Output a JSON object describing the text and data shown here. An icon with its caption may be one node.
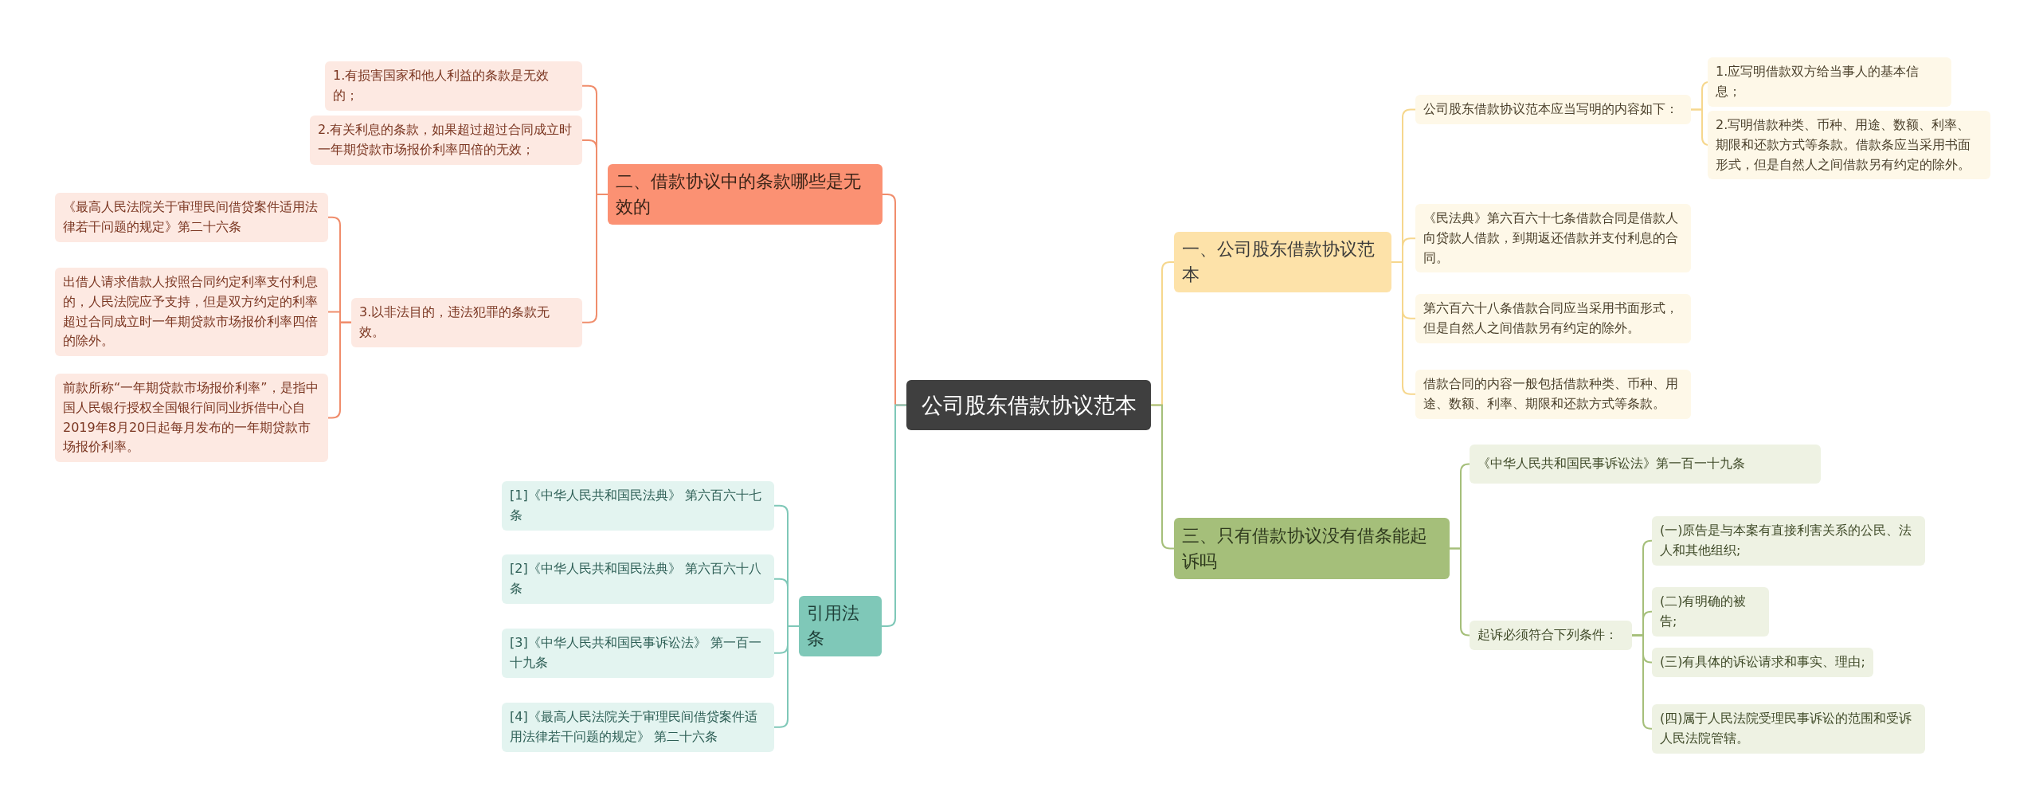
{
  "diagram": {
    "nodes": [
      {
        "text": [
          "公司股东借款协议范本"
        ]
      },
      {
        "text": [
          "一、公司股东借款协议范本"
        ]
      },
      {
        "text": [
          "公司股东借款协议范本应当写明的内容如下："
        ]
      },
      {
        "text": [
          "1.应写明借款双方给当事人的基本信息；"
        ]
      },
      {
        "text": [
          "2.写明借款种类、币种、用途、数额、利率、期限和还款方式等条款。借款条应当采用书面形式，但是自然人之间借款另有约定的除外。"
        ]
      },
      {
        "text": [
          "《民法典》第六百六十七条借款合同是借款人向贷款人借款，到期返还借款并支付利息的合同。"
        ]
      },
      {
        "text": [
          "第六百六十八条借款合同应当采用书面形式，但是自然人之间借款另有约定的除外。"
        ]
      },
      {
        "text": [
          "借款合同的内容一般包括借款种类、币种、用途、数额、利率、期限和还款方式等条款。"
        ]
      },
      {
        "text": [
          "三、只有借款协议没有借条能起诉吗"
        ]
      },
      {
        "text": [
          "《中华人民共和国民事诉讼法》第一百一十九条"
        ]
      },
      {
        "text": [
          "起诉必须符合下列条件："
        ]
      },
      {
        "text": [
          "(一)原告是与本案有直接利害关系的公民、法人和其他组织;"
        ]
      },
      {
        "text": [
          "(二)有明确的被告;"
        ]
      },
      {
        "text": [
          "(三)有具体的诉讼请求和事实、理由;"
        ]
      },
      {
        "text": [
          "(四)属于人民法院受理民事诉讼的范围和受诉人民法院管辖。"
        ]
      },
      {
        "text": [
          "二、借款协议中的条款哪些是无效的"
        ]
      },
      {
        "text": [
          "1.有损害国家和他人利益的条款是无效的；"
        ]
      },
      {
        "text": [
          "2.有关利息的条款，如果超过超过合同成立时一年期贷款市场报价利率四倍的无效；"
        ]
      },
      {
        "text": [
          "3.以非法目的，违法犯罪的条款无效。"
        ]
      },
      {
        "text": [
          "《最高人民法院关于审理民间借贷案件适用法律若干问题的规定》第二十六条"
        ]
      },
      {
        "text": [
          "出借人请求借款人按照合同约定利率支付利息的，人民法院应予支持，但是双方约定的利率超过合同成立时一年期贷款市场报价利率四倍的除外。"
        ]
      },
      {
        "text": [
          "前款所称“一年期贷款市场报价利率”，是指中国人民银行授权全国银行间同业拆借中心自2019年8月20日起每月发布的一年期贷款市场报价利率。"
        ]
      },
      {
        "text": [
          "引用法条"
        ]
      },
      {
        "text": [
          "[1]《中华人民共和国民法典》 第六百六十七条"
        ]
      },
      {
        "text": [
          "[2]《中华人民共和国民法典》 第六百六十八条"
        ]
      },
      {
        "text": [
          "[3]《中华人民共和国民事诉讼法》 第一百一十九条"
        ]
      },
      {
        "text": [
          "[4]《最高人民法院关于审理民间借贷案件适用法律若干问题的规定》 第二十六条"
        ]
      }
    ],
    "edges": [
      {
        "from": 0,
        "to": 1,
        "arrow": "none",
        "color": "#f6d78d"
      },
      {
        "from": 1,
        "to": 2,
        "arrow": "none",
        "color": "#f6d78d"
      },
      {
        "from": 2,
        "to": 3,
        "arrow": "none",
        "color": "#f6d78d"
      },
      {
        "from": 2,
        "to": 4,
        "arrow": "none",
        "color": "#f6d78d"
      },
      {
        "from": 1,
        "to": 5,
        "arrow": "none",
        "color": "#f6d78d"
      },
      {
        "from": 1,
        "to": 6,
        "arrow": "none",
        "color": "#f6d78d"
      },
      {
        "from": 1,
        "to": 7,
        "arrow": "none",
        "color": "#f6d78d"
      },
      {
        "from": 0,
        "to": 8,
        "arrow": "none",
        "color": "#a5bf7a"
      },
      {
        "from": 8,
        "to": 9,
        "arrow": "none",
        "color": "#a5bf7a"
      },
      {
        "from": 8,
        "to": 10,
        "arrow": "none",
        "color": "#a5bf7a"
      },
      {
        "from": 10,
        "to": 11,
        "arrow": "none",
        "color": "#a5bf7a"
      },
      {
        "from": 10,
        "to": 12,
        "arrow": "none",
        "color": "#a5bf7a"
      },
      {
        "from": 10,
        "to": 13,
        "arrow": "none",
        "color": "#a5bf7a"
      },
      {
        "from": 10,
        "to": 14,
        "arrow": "none",
        "color": "#a5bf7a"
      },
      {
        "from": 0,
        "to": 15,
        "arrow": "none",
        "color": "#f08d6c"
      },
      {
        "from": 15,
        "to": 16,
        "arrow": "none",
        "color": "#f08d6c"
      },
      {
        "from": 15,
        "to": 17,
        "arrow": "none",
        "color": "#f08d6c"
      },
      {
        "from": 15,
        "to": 18,
        "arrow": "none",
        "color": "#f08d6c"
      },
      {
        "from": 18,
        "to": 19,
        "arrow": "none",
        "color": "#f08d6c"
      },
      {
        "from": 18,
        "to": 20,
        "arrow": "none",
        "color": "#f08d6c"
      },
      {
        "from": 18,
        "to": 21,
        "arrow": "none",
        "color": "#f08d6c"
      },
      {
        "from": 0,
        "to": 22,
        "arrow": "none",
        "color": "#7fc8b8"
      },
      {
        "from": 22,
        "to": 23,
        "arrow": "none",
        "color": "#7fc8b8"
      },
      {
        "from": 22,
        "to": 24,
        "arrow": "none",
        "color": "#7fc8b8"
      },
      {
        "from": 22,
        "to": 25,
        "arrow": "none",
        "color": "#7fc8b8"
      },
      {
        "from": 22,
        "to": 26,
        "arrow": "none",
        "color": "#7fc8b8"
      }
    ]
  }
}
